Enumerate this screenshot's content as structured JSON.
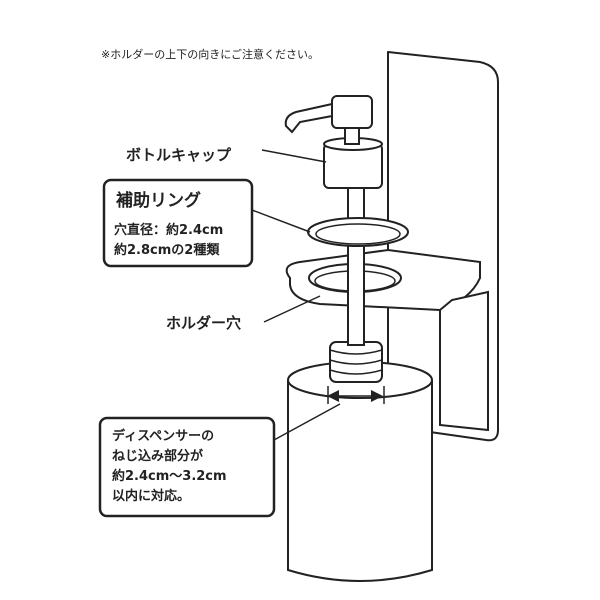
{
  "note": "※ホルダーの上下の向きにご注意ください。",
  "labels": {
    "bottle_cap": "ボトルキャップ",
    "ring_title": "補助リング",
    "ring_line1": "穴直径：約2.4cm",
    "ring_line2": "約2.8cmの2種類",
    "holder_hole": "ホルダー穴",
    "dispenser_line1": "ディスペンサーの",
    "dispenser_line2": "ねじ込み部分が",
    "dispenser_line3": "約2.4cm〜3.2cm",
    "dispenser_line4": "以内に対応。"
  }
}
